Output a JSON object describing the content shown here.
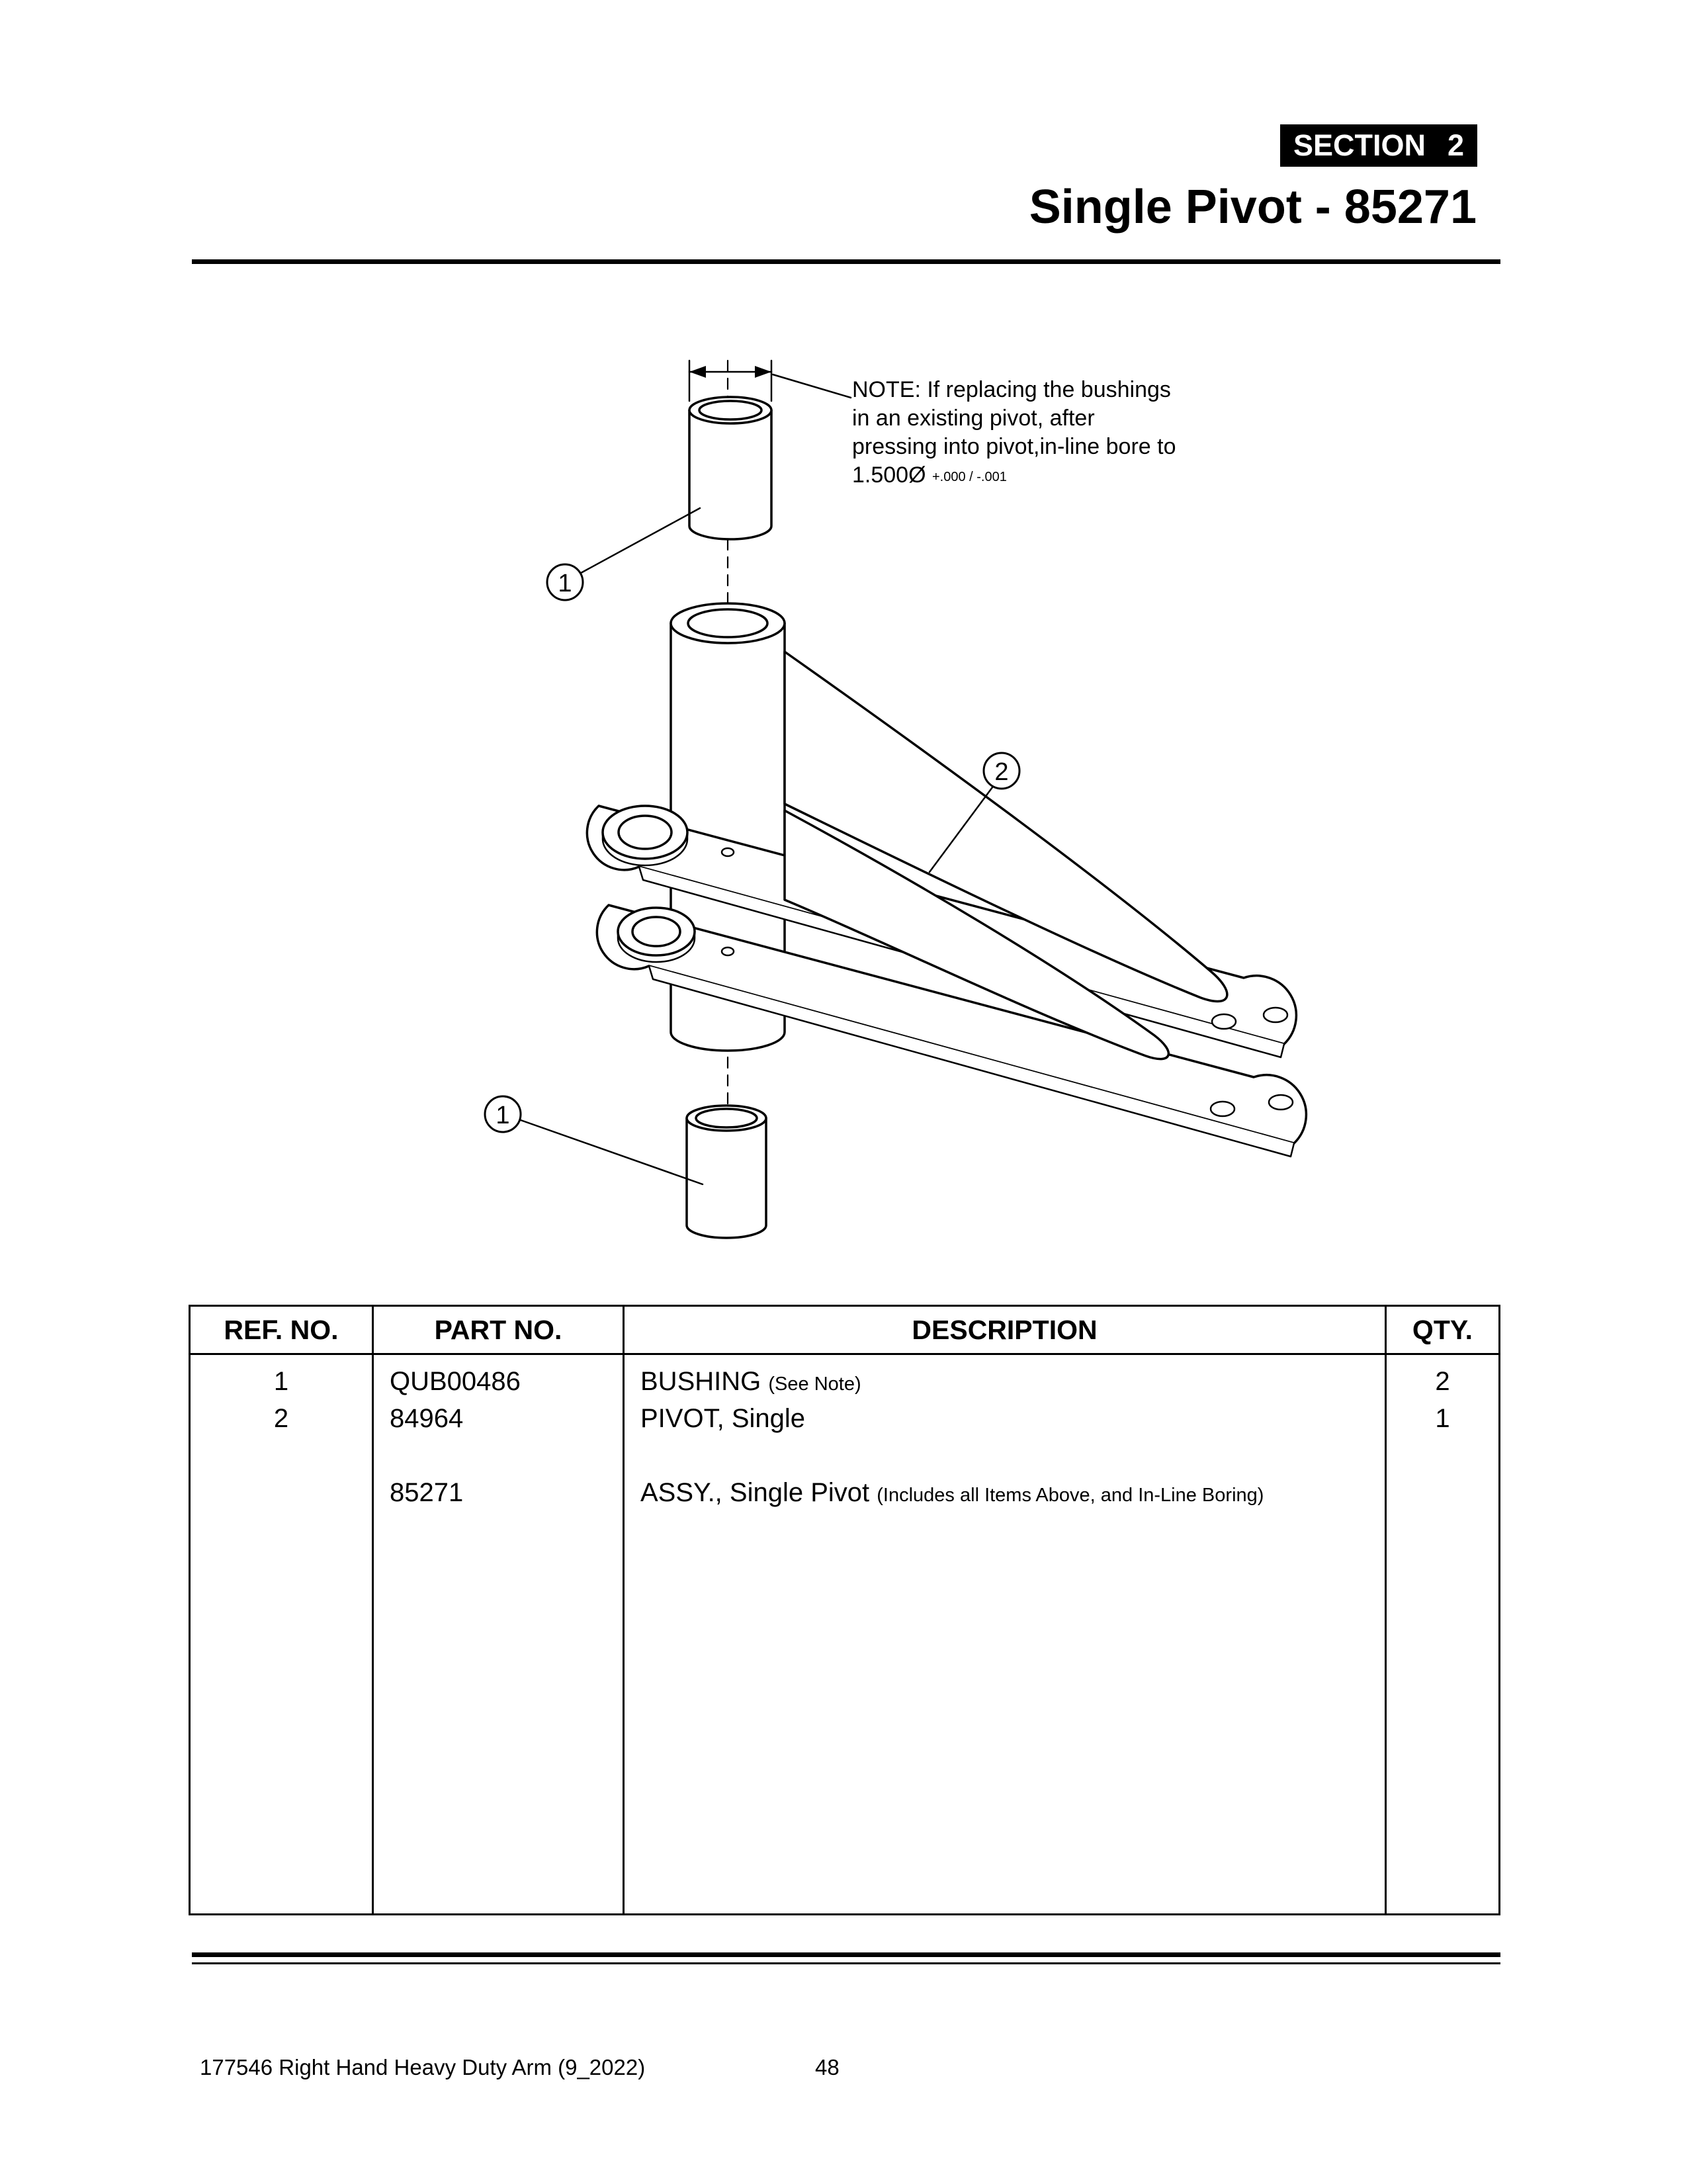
{
  "page": {
    "section_label": "SECTION",
    "section_number": "2",
    "title": "Single Pivot - 85271",
    "footer_left": "177546 Right Hand Heavy Duty Arm (9_2022)",
    "footer_page": "48"
  },
  "diagram": {
    "note_line1": "NOTE: If replacing the bushings",
    "note_line2": "in an existing pivot, after",
    "note_line3": "pressing into pivot,in-line bore to",
    "note_dim": "1.500Ø",
    "note_tol": "+.000 / -.001",
    "callout_top_bushing": "1",
    "callout_pivot": "2",
    "callout_bottom_bushing": "1"
  },
  "table": {
    "headers": [
      "REF. NO.",
      "PART NO.",
      "DESCRIPTION",
      "QTY."
    ],
    "rows": [
      {
        "ref": "1",
        "part": "QUB00486",
        "desc": "BUSHING",
        "note": "(See Note)",
        "qty": "2"
      },
      {
        "ref": "2",
        "part": "84964",
        "desc": "PIVOT, Single",
        "note": "",
        "qty": "1"
      },
      {
        "ref": "",
        "part": "85271",
        "desc": "ASSY., Single Pivot",
        "note": "(Includes all Items Above, and In-Line Boring)",
        "qty": ""
      }
    ]
  },
  "colors": {
    "ink": "#000000",
    "paper": "#ffffff"
  }
}
